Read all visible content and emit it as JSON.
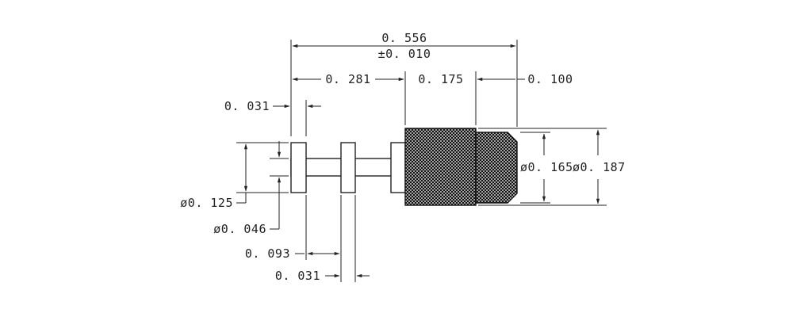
{
  "dimensions": {
    "overall_length": "0. 556",
    "overall_tolerance": "±0. 010",
    "length_to_knurl": "0. 281",
    "knurl_length": "0. 175",
    "tip_length": "0. 100",
    "flange_thickness_left": "0. 031",
    "flange_diameter": "ø0. 125",
    "shaft_diameter": "ø0. 046",
    "flange_spacing": "0. 093",
    "flange_thickness_middle": "0. 031",
    "tip_diameter": "ø0. 165",
    "knurl_diameter": "ø0. 187"
  },
  "colors": {
    "line": "#222222",
    "knurl_fill": "#111111",
    "background": "#ffffff"
  }
}
